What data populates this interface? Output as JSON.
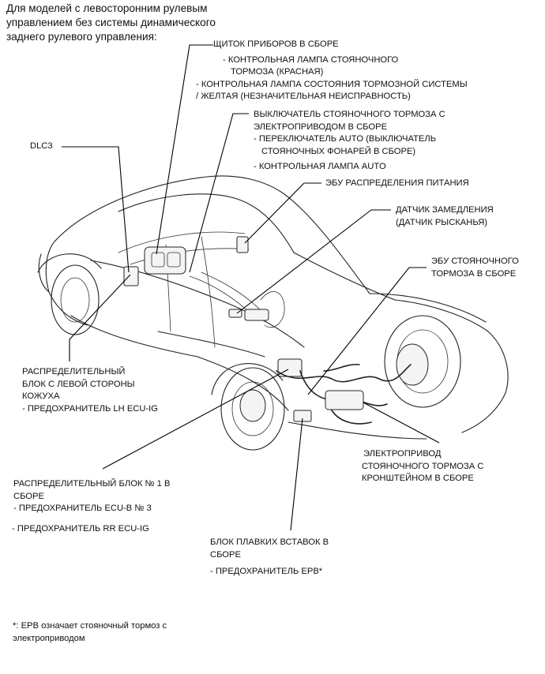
{
  "title": {
    "line1": "Для моделей с левосторонним рулевым",
    "line2": "управлением без системы динамического",
    "line3": "заднего рулевого управления:"
  },
  "labels": {
    "instrument_cluster": {
      "l1": "ЩИТОК ПРИБОРОВ В СБОРЕ",
      "l2": "- КОНТРОЛЬНАЯ ЛАМПА СТОЯНОЧНОГО",
      "l3": "ТОРМОЗА (КРАСНАЯ)",
      "l4": "- КОНТРОЛЬНАЯ ЛАМПА СОСТОЯНИЯ ТОРМОЗНОЙ СИСТЕМЫ",
      "l5": "/ ЖЕЛТАЯ (НЕЗНАЧИТЕЛЬНАЯ НЕИСПРАВНОСТЬ)"
    },
    "epb_switch": {
      "l1": "ВЫКЛЮЧАТЕЛЬ СТОЯНОЧНОГО ТОРМОЗА С",
      "l2": "ЭЛЕКТРОПРИВОДОМ В СБОРЕ",
      "l3": "- ПЕРЕКЛЮЧАТЕЛЬ AUTO (ВЫКЛЮЧАТЕЛЬ",
      "l4": "СТОЯНОЧНЫХ ФОНАРЕЙ В СБОРЕ)",
      "l5": "- КОНТРОЛЬНАЯ ЛАМПА AUTO"
    },
    "dlc3": "DLC3",
    "power_ecu": "ЭБУ РАСПРЕДЕЛЕНИЯ ПИТАНИЯ",
    "decel_sensor": {
      "l1": "ДАТЧИК ЗАМЕДЛЕНИЯ",
      "l2": "(ДАТЧИК РЫСКАНЬЯ)"
    },
    "parking_brake_ecu": {
      "l1": "ЭБУ СТОЯНОЧНОГО",
      "l2": "ТОРМОЗА В СБОРЕ"
    },
    "lh_junction": {
      "l1": "РАСПРЕДЕЛИТЕЛЬНЫЙ",
      "l2": "БЛОК С ЛЕВОЙ СТОРОНЫ",
      "l3": "КОЖУХА",
      "l4": "- ПРЕДОХРАНИТЕЛЬ LH ECU-IG"
    },
    "junction_no1": {
      "l1": "РАСПРЕДЕЛИТЕЛЬНЫЙ БЛОК № 1 В",
      "l2": "СБОРЕ",
      "l3": "- ПРЕДОХРАНИТЕЛЬ ECU-B № 3",
      "l4": "- ПРЕДОХРАНИТЕЛЬ RR ECU-IG"
    },
    "actuator": {
      "l1": "ЭЛЕКТРОПРИВОД",
      "l2": "СТОЯНОЧНОГО ТОРМОЗА С",
      "l3": "КРОНШТЕЙНОМ В СБОРЕ"
    },
    "fuse_block": {
      "l1": "БЛОК ПЛАВКИХ ВСТАВОК В",
      "l2": "СБОРЕ",
      "l3": "- ПРЕДОХРАНИТЕЛЬ EPB*"
    }
  },
  "footnote": {
    "l1": "*: EPB означает стояночный тормоз с",
    "l2": "электроприводом"
  }
}
